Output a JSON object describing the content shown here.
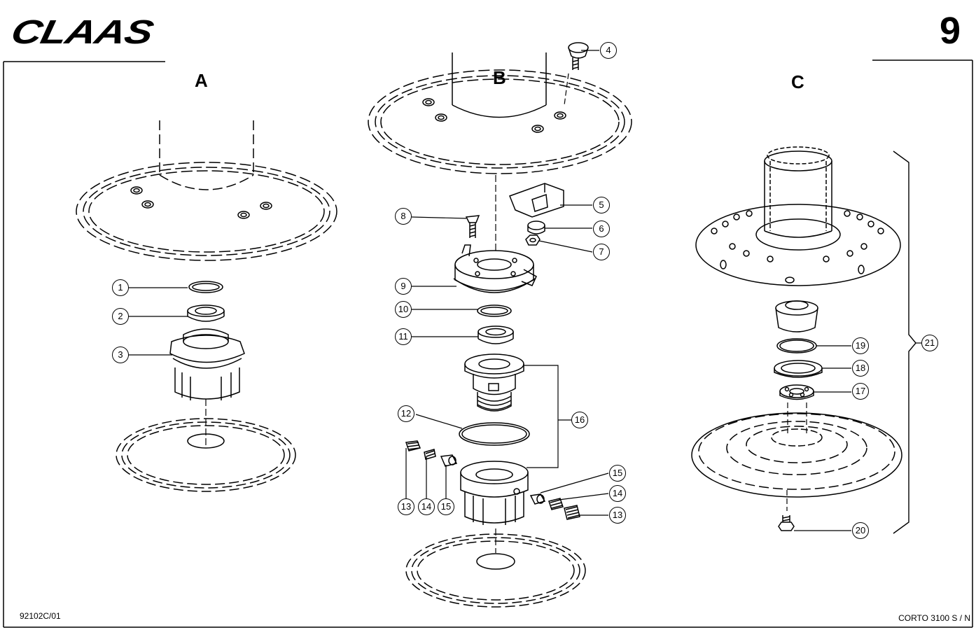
{
  "header": {
    "logo_text": "CLAAS",
    "page_number": "9"
  },
  "sections": {
    "a": "A",
    "b": "B",
    "c": "C"
  },
  "callouts": {
    "c1": "1",
    "c2": "2",
    "c3": "3",
    "c4": "4",
    "c5": "5",
    "c6": "6",
    "c7": "7",
    "c8": "8",
    "c9": "9",
    "c10": "10",
    "c11": "11",
    "c12": "12",
    "c13a": "13",
    "c14a": "14",
    "c15a": "15",
    "c15b": "15",
    "c14b": "14",
    "c13b": "13",
    "c16": "16",
    "c17": "17",
    "c18": "18",
    "c19": "19",
    "c20": "20",
    "c21": "21"
  },
  "footer": {
    "doc_code": "92102C/01",
    "model": "CORTO 3100 S / N"
  }
}
